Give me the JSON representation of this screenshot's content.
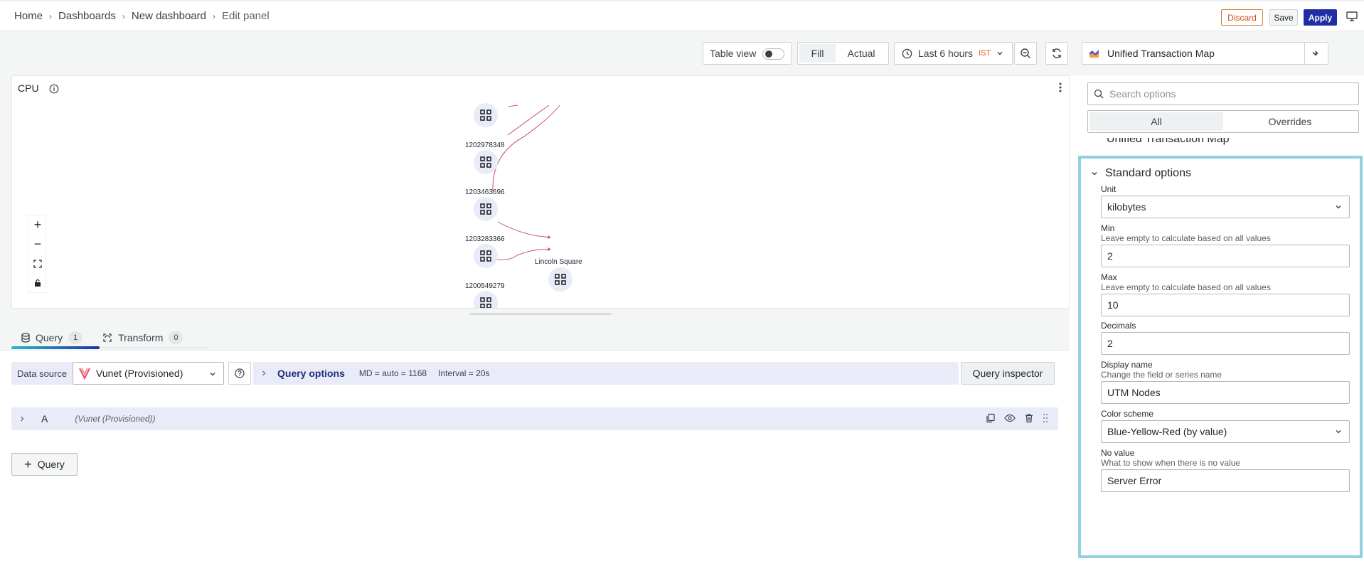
{
  "breadcrumb": [
    "Home",
    "Dashboards",
    "New dashboard",
    "Edit panel"
  ],
  "topbar": {
    "discard": "Discard",
    "save": "Save",
    "apply": "Apply"
  },
  "toolbar": {
    "table_view": "Table view",
    "table_view_on": false,
    "fill": "Fill",
    "actual": "Actual",
    "time_range": "Last 6 hours",
    "timezone": "IST",
    "visualization": "Unified Transaction Map"
  },
  "panel": {
    "title": "CPU",
    "nodes": [
      "1202978348",
      "1203463696",
      "1203283366",
      "1200549279",
      "Lincoln Square"
    ]
  },
  "query_tabs": [
    {
      "label": "Query",
      "count": "1"
    },
    {
      "label": "Transform",
      "count": "0"
    }
  ],
  "query": {
    "data_source_label": "Data source",
    "data_source": "Vunet (Provisioned)",
    "options_title": "Query options",
    "md": "MD = auto = 1168",
    "interval": "Interval = 20s",
    "inspector": "Query inspector",
    "row_letter": "A",
    "row_ds": "(Vunet (Provisioned))",
    "add": "Query"
  },
  "options": {
    "search_placeholder": "Search options",
    "tab_all": "All",
    "tab_overrides": "Overrides",
    "prev_section": "Unified Transaction Map",
    "section_title": "Standard options",
    "unit_label": "Unit",
    "unit_value": "kilobytes",
    "min_label": "Min",
    "min_desc": "Leave empty to calculate based on all values",
    "min_value": "2",
    "max_label": "Max",
    "max_desc": "Leave empty to calculate based on all values",
    "max_value": "10",
    "decimals_label": "Decimals",
    "decimals_value": "2",
    "display_name_label": "Display name",
    "display_name_desc": "Change the field or series name",
    "display_name_value": "UTM Nodes",
    "color_scheme_label": "Color scheme",
    "color_scheme_value": "Blue-Yellow-Red (by value)",
    "no_value_label": "No value",
    "no_value_desc": "What to show when there is no value",
    "no_value_value": "Server Error"
  },
  "colors": {
    "accent": "#1f2fa3",
    "highlight": "#8fd1e0",
    "edge": "#d0506a",
    "discard": "#c4501b"
  }
}
